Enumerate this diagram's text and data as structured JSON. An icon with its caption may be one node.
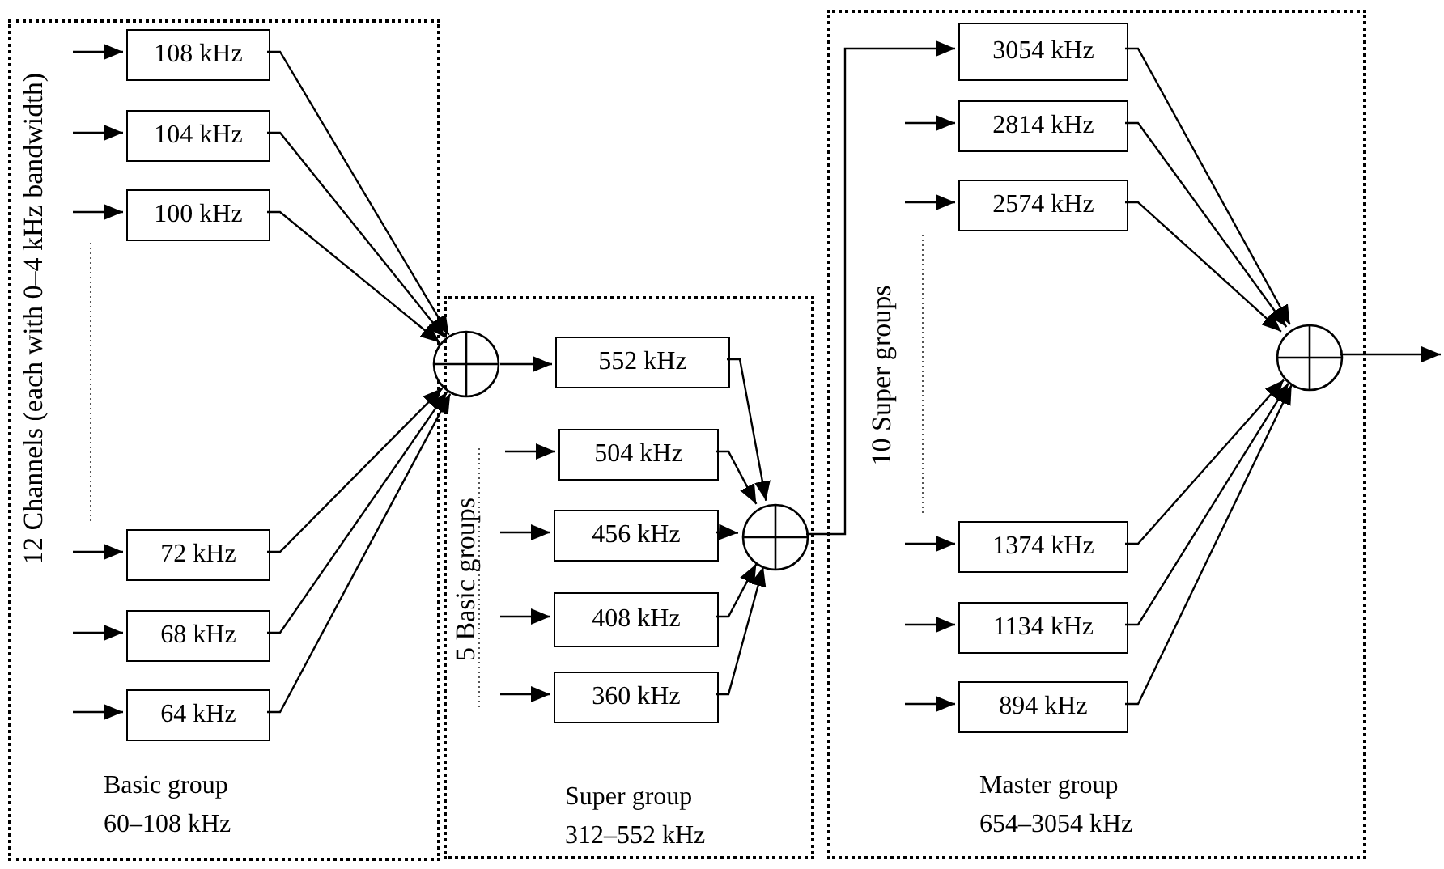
{
  "diagram": {
    "nodes": [
      {
        "text": [
          "Basic group",
          "60–108 kHz"
        ]
      },
      {
        "text": [
          "108 kHz"
        ],
        "in": 0
      },
      {
        "text": [
          "104 kHz"
        ],
        "in": 0
      },
      {
        "text": [
          "100 kHz"
        ],
        "in": 0
      },
      {
        "text": [
          "72 kHz"
        ],
        "in": 0
      },
      {
        "text": [
          "68 kHz"
        ],
        "in": 0
      },
      {
        "text": [
          "64 kHz"
        ],
        "in": 0
      },
      {
        "text": [],
        "shape": "circle"
      },
      {
        "text": [
          "Super group",
          "312–552 kHz"
        ]
      },
      {
        "text": [
          "552 kHz"
        ],
        "in": 8
      },
      {
        "text": [
          "504 kHz"
        ],
        "in": 8
      },
      {
        "text": [
          "456 kHz"
        ],
        "in": 8
      },
      {
        "text": [
          "408 kHz"
        ],
        "in": 8
      },
      {
        "text": [
          "360 kHz"
        ],
        "in": 8
      },
      {
        "text": [],
        "shape": "circle",
        "in": 8
      },
      {
        "text": [
          "Master group",
          "654–3054 kHz"
        ]
      },
      {
        "text": [
          "3054 kHz"
        ],
        "in": 15
      },
      {
        "text": [
          "2814 kHz"
        ],
        "in": 15
      },
      {
        "text": [
          "2574 kHz"
        ],
        "in": 15
      },
      {
        "text": [
          "1374 kHz"
        ],
        "in": 15
      },
      {
        "text": [
          "1134 kHz"
        ],
        "in": 15
      },
      {
        "text": [
          "894 kHz"
        ],
        "in": 15
      },
      {
        "text": [],
        "shape": "circle",
        "in": 15
      }
    ],
    "edges": [
      {
        "from": null,
        "to": 1,
        "arrow": "to"
      },
      {
        "from": null,
        "to": 2,
        "arrow": "to"
      },
      {
        "from": null,
        "to": 3,
        "arrow": "to"
      },
      {
        "from": null,
        "to": 4,
        "arrow": "to"
      },
      {
        "from": null,
        "to": 5,
        "arrow": "to"
      },
      {
        "from": null,
        "to": 6,
        "arrow": "to"
      },
      {
        "from": 1,
        "to": 7,
        "arrow": "to"
      },
      {
        "from": 2,
        "to": 7,
        "arrow": "to"
      },
      {
        "from": 3,
        "to": 7,
        "arrow": "to"
      },
      {
        "from": 4,
        "to": 7,
        "arrow": "to"
      },
      {
        "from": 5,
        "to": 7,
        "arrow": "to"
      },
      {
        "from": 6,
        "to": 7,
        "arrow": "to"
      },
      {
        "from": 7,
        "to": 9,
        "arrow": "to"
      },
      {
        "from": null,
        "to": 10,
        "arrow": "to"
      },
      {
        "from": null,
        "to": 11,
        "arrow": "to"
      },
      {
        "from": null,
        "to": 12,
        "arrow": "to"
      },
      {
        "from": null,
        "to": 13,
        "arrow": "to"
      },
      {
        "from": 9,
        "to": 14,
        "arrow": "to"
      },
      {
        "from": 10,
        "to": 14,
        "arrow": "to"
      },
      {
        "from": 11,
        "to": 14,
        "arrow": "to"
      },
      {
        "from": 12,
        "to": 14,
        "arrow": "to"
      },
      {
        "from": 13,
        "to": 14,
        "arrow": "to"
      },
      {
        "from": 14,
        "to": 16,
        "arrow": "to"
      },
      {
        "from": null,
        "to": 17,
        "arrow": "to"
      },
      {
        "from": null,
        "to": 18,
        "arrow": "to"
      },
      {
        "from": null,
        "to": 19,
        "arrow": "to"
      },
      {
        "from": null,
        "to": 20,
        "arrow": "to"
      },
      {
        "from": null,
        "to": 21,
        "arrow": "to"
      },
      {
        "from": 16,
        "to": 22,
        "arrow": "to"
      },
      {
        "from": 17,
        "to": 22,
        "arrow": "to"
      },
      {
        "from": 18,
        "to": 22,
        "arrow": "to"
      },
      {
        "from": 19,
        "to": 22,
        "arrow": "to"
      },
      {
        "from": 20,
        "to": 22,
        "arrow": "to"
      },
      {
        "from": 21,
        "to": 22,
        "arrow": "to"
      },
      {
        "from": 22,
        "to": null,
        "arrow": "to"
      }
    ],
    "labels": [
      "12 Channels (each with 0–4 kHz bandwidth)",
      "5 Basic groups",
      "10 Super groups"
    ]
  }
}
